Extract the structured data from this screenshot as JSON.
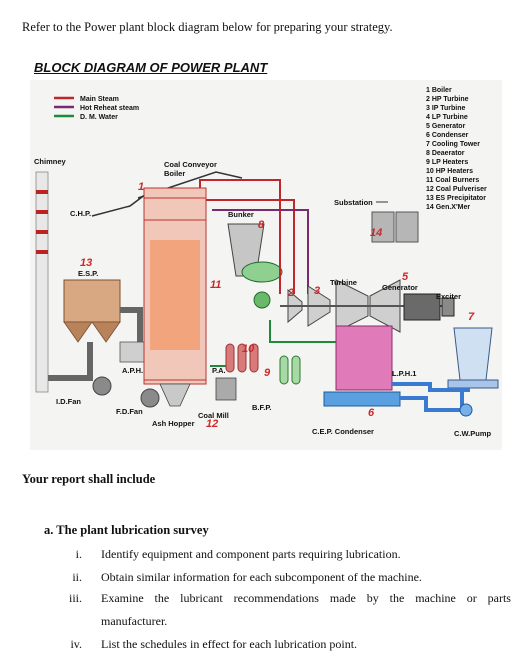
{
  "intro": "Refer to the Power plant block diagram below for preparing your strategy.",
  "figure_title": "BLOCK DIAGRAM OF POWER PLANT",
  "legend": {
    "items": [
      {
        "label": "Main Steam",
        "color": "#c0272d"
      },
      {
        "label": "Hot Reheat steam",
        "color": "#7a2a6e"
      },
      {
        "label": "D. M. Water",
        "color": "#1f8a3c"
      }
    ]
  },
  "components_list": [
    "1 Boiler",
    "2 HP Turbine",
    "3 IP Turbine",
    "4 LP Turbine",
    "5 Generator",
    "6 Condenser",
    "7 Cooling Tower",
    "8 Deaerator",
    "9 LP Heaters",
    "10 HP Heaters",
    "11 Coal Burners",
    "12 Coal Pulveriser",
    "13 ES Precipitator",
    "14 Gen.X'Mer"
  ],
  "labels": {
    "chimney": "Chimney",
    "chp": "C.H.P.",
    "esp": "E.S.P.",
    "coal_conveyor": "Coal Conveyor",
    "boiler": "Boiler",
    "bunker": "Bunker",
    "substation": "Substation",
    "turbine": "Turbine",
    "generator": "Generator",
    "exciter": "Exciter",
    "aph": "A.P.H.",
    "pa": "P.A.",
    "lph": "L.P.H.1",
    "id_fan": "I.D.Fan",
    "fd_fan": "F.D.Fan",
    "coal_mill": "Coal Mill",
    "ash_hopper": "Ash Hopper",
    "bfp": "B.F.P.",
    "cep_condenser": "C.E.P. Condenser",
    "cw_pump": "C.W.Pump"
  },
  "numbers": {
    "n1": "1",
    "n2": "2",
    "n3": "3",
    "n5": "5",
    "n6": "6",
    "n7": "7",
    "n8": "8",
    "n9": "9",
    "n10": "10",
    "n11": "11",
    "n12": "12",
    "n13": "13",
    "n14": "14"
  },
  "report_heading": "Your report shall include",
  "section_a": "a.   The plant lubrication survey",
  "items": [
    {
      "num": "i.",
      "text": "Identify equipment and component parts requiring lubrication."
    },
    {
      "num": "ii.",
      "text": "Obtain similar information for each subcomponent of the machine."
    },
    {
      "num": "iii.",
      "words": [
        "Examine",
        "the",
        "lubricant",
        "recommendations",
        "made",
        "by",
        "the",
        "machine",
        "or",
        "parts"
      ],
      "continuation": "manufacturer."
    },
    {
      "num": "iv.",
      "text": "List the schedules in effect for each lubrication point."
    }
  ]
}
